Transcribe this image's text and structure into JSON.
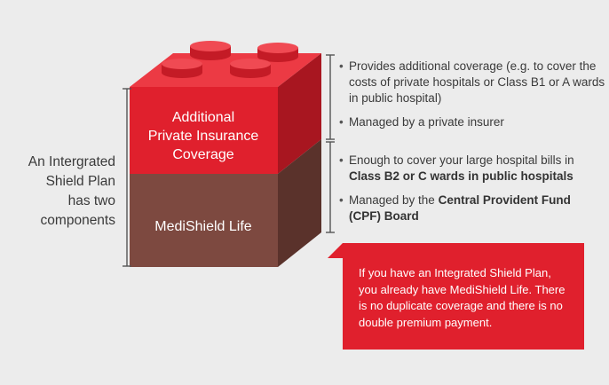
{
  "side_label": {
    "lines": [
      "An Intergrated",
      "Shield Plan",
      "has two",
      "components"
    ]
  },
  "blocks": {
    "top": {
      "lines": [
        "Additional",
        "Private Insurance",
        "Coverage"
      ],
      "color_front": "#e0202d",
      "color_side": "#a81620",
      "color_top": "#ec3a44"
    },
    "bottom": {
      "lines": [
        "MediShield Life"
      ],
      "color_front": "#7d4940",
      "color_side": "#5a322b",
      "color_top": "#6b3c34"
    }
  },
  "top_bullets": [
    "Provides additional coverage (e.g. to cover the costs of private hospitals or Class B1 or A wards in public hospital)",
    "Managed by a private insurer"
  ],
  "bottom_bullets": [
    {
      "prefix": "Enough to cover your large hospital bills in ",
      "bold": "Class B2 or C wards in public hospitals",
      "suffix": ""
    },
    {
      "prefix": "Managed by the ",
      "bold": "Central Provident Fund (CPF) Board",
      "suffix": ""
    }
  ],
  "note": {
    "text": "If you have an Integrated Shield Plan, you already have MediShield Life. There is no duplicate coverage and there is no double premium payment.",
    "color": "#e0202d"
  }
}
